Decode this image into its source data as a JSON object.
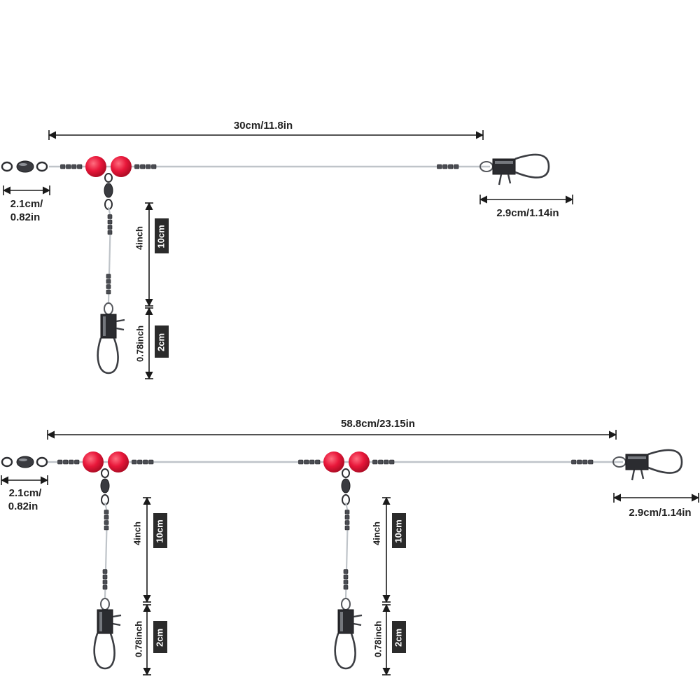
{
  "rig_top": {
    "overall_length": "30cm/11.8in",
    "swivel_length": [
      "2.1cm/",
      "0.82in"
    ],
    "snap_length": "2.9cm/1.14in",
    "dropper": {
      "length_in": "4inch",
      "length_cm": "10cm"
    },
    "dropper_snap": {
      "length_in": "0.78inch",
      "length_cm": "2cm"
    }
  },
  "rig_bottom": {
    "overall_length": "58.8cm/23.15in",
    "swivel_length": [
      "2.1cm/",
      "0.82in"
    ],
    "snap_length": "2.9cm/1.14in",
    "dropper_1": {
      "length_in": "4inch",
      "length_cm": "10cm"
    },
    "dropper_1_snap": {
      "length_in": "0.78inch",
      "length_cm": "2cm"
    },
    "dropper_2": {
      "length_in": "4inch",
      "length_cm": "10cm"
    },
    "dropper_2_snap": {
      "length_in": "0.78inch",
      "length_cm": "2cm"
    }
  },
  "colors": {
    "bead": "#e8173a",
    "wire": "#bfc4c9",
    "metal": "#2e2f33",
    "dimension": "#1a1a1a",
    "badge": "#2b2b2b"
  }
}
